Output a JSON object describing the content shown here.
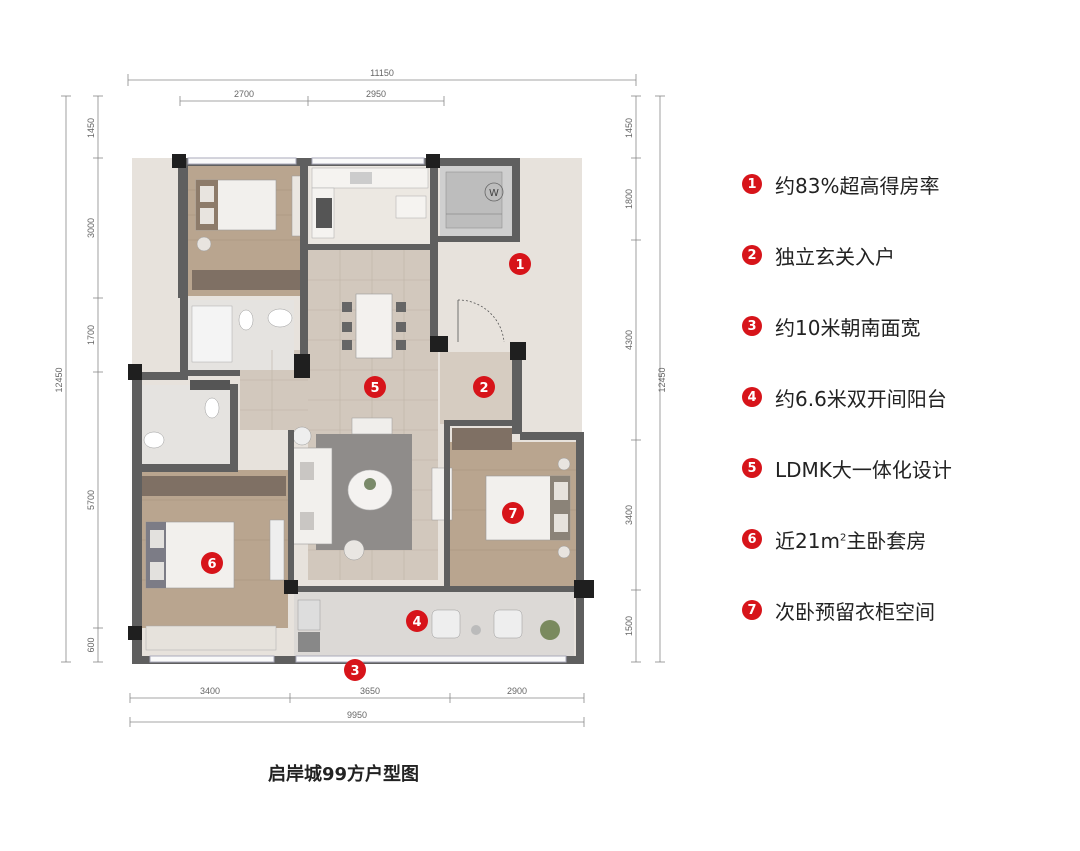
{
  "dimensions": {
    "top_total": "11150",
    "top_left": "2700",
    "top_right": "2950",
    "left_total": "12450",
    "left_segments": [
      "1450",
      "3000",
      "1700",
      "5700",
      "600"
    ],
    "right_total": "12450",
    "right_segments": [
      "1450",
      "1800",
      "4300",
      "3400",
      "1500"
    ],
    "bottom_segments": [
      "3400",
      "3650",
      "2900"
    ],
    "bottom_total": "9950"
  },
  "washer_label": "W",
  "markers": [
    {
      "num": "1"
    },
    {
      "num": "2"
    },
    {
      "num": "3"
    },
    {
      "num": "4"
    },
    {
      "num": "5"
    },
    {
      "num": "6"
    },
    {
      "num": "7"
    }
  ],
  "legend": [
    {
      "num": "1",
      "text": "约83%超高得房率"
    },
    {
      "num": "2",
      "text": "独立玄关入户"
    },
    {
      "num": "3",
      "text": "约10米朝南面宽"
    },
    {
      "num": "4",
      "text": "约6.6米双开间阳台"
    },
    {
      "num": "5",
      "text": "LDMK大一体化设计"
    },
    {
      "num": "6",
      "text": "近21m",
      "sup": "2",
      "suffix": "主卧套房"
    },
    {
      "num": "7",
      "text": "次卧预留衣柜空间"
    }
  ],
  "caption": "启岸城99方户型图",
  "colors": {
    "accent": "#d7141a",
    "wall": "#5f5f5f",
    "floor": "#d9d3cb",
    "wood": "#b5a089"
  }
}
